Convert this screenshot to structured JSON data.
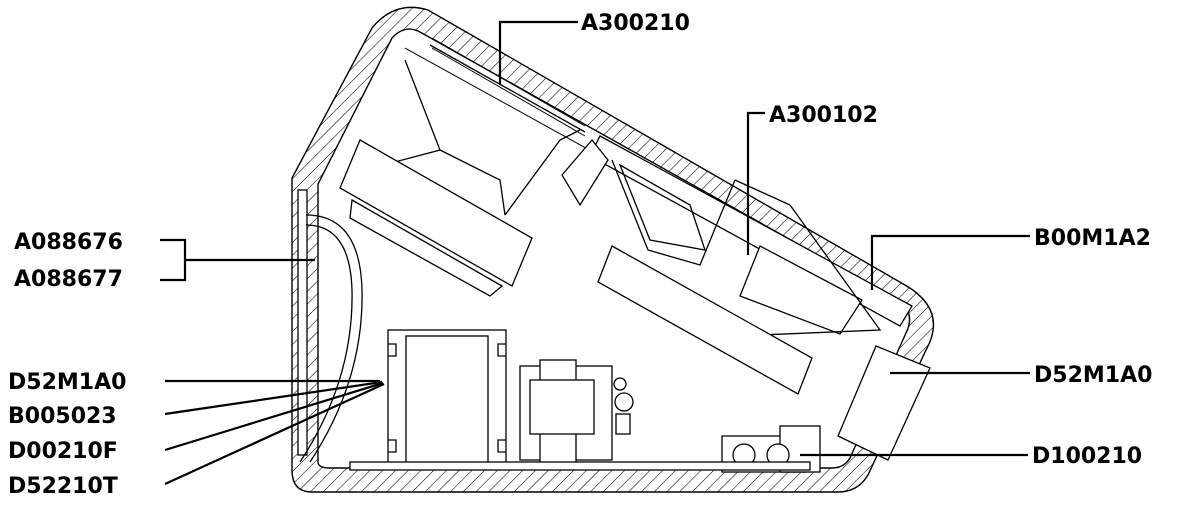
{
  "labels": {
    "a300210": "A300210",
    "a300102": "A300102",
    "a088676": "A088676",
    "a088677": "A088677",
    "b00m1a2": "B00M1A2",
    "d52m1a0_left": "D52M1A0",
    "b005023": "B005023",
    "d00210f": "D00210F",
    "d52210t": "D52210T",
    "d52m1a0_right": "D52M1A0",
    "d100210": "D100210"
  },
  "colors": {
    "line": "#000000",
    "background": "#ffffff"
  }
}
